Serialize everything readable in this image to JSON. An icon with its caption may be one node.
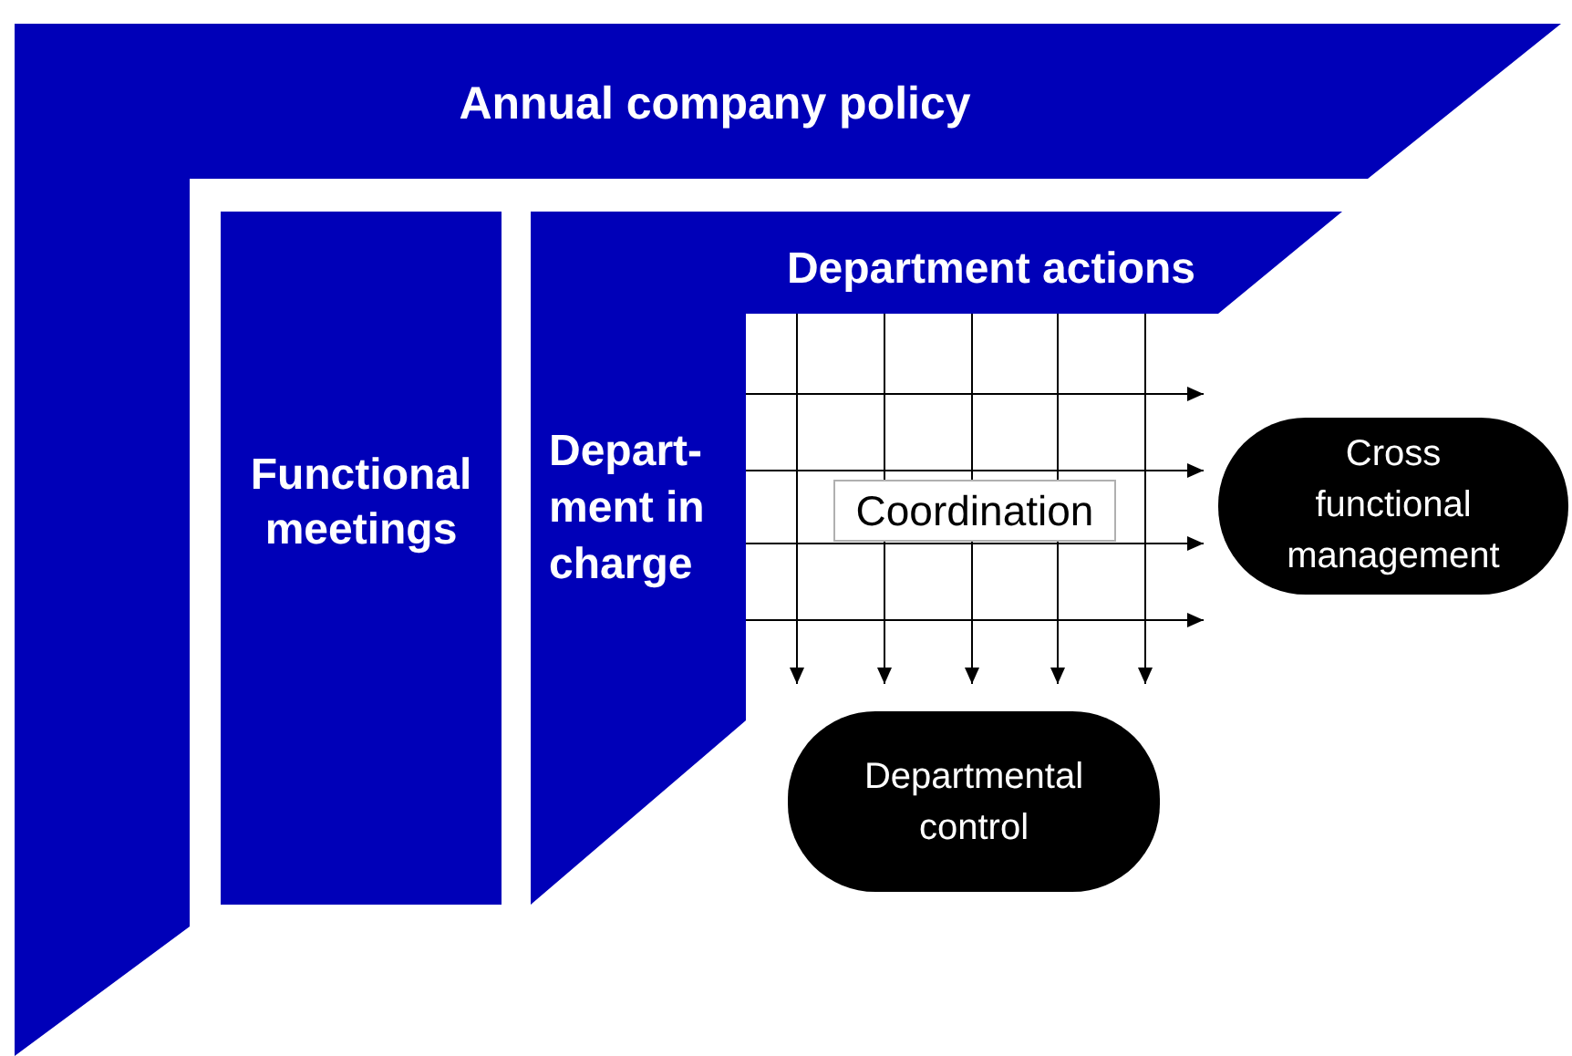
{
  "diagram": {
    "nodes": [
      {
        "text": [
          "Annual company policy"
        ]
      },
      {
        "text": [
          "Functional meetings"
        ]
      },
      {
        "text": [
          "Department actions",
          "Depart- ment in charge"
        ]
      },
      {
        "text": [
          "Cross functional management"
        ]
      },
      {
        "text": [
          "Departmental control"
        ]
      }
    ],
    "edges": [
      {
        "from": 2,
        "to": 3,
        "arrow": "to"
      },
      {
        "from": 2,
        "to": 3,
        "arrow": "to"
      },
      {
        "from": 2,
        "to": 3,
        "arrow": "to"
      },
      {
        "from": 2,
        "to": 3,
        "arrow": "to"
      },
      {
        "from": 2,
        "to": 4,
        "arrow": "to"
      },
      {
        "from": 2,
        "to": 4,
        "arrow": "to"
      },
      {
        "from": 2,
        "to": 4,
        "arrow": "to"
      },
      {
        "from": 2,
        "to": 4,
        "arrow": "to"
      },
      {
        "from": 2,
        "to": 4,
        "arrow": "to"
      }
    ],
    "labels": [
      "Coordination"
    ]
  }
}
